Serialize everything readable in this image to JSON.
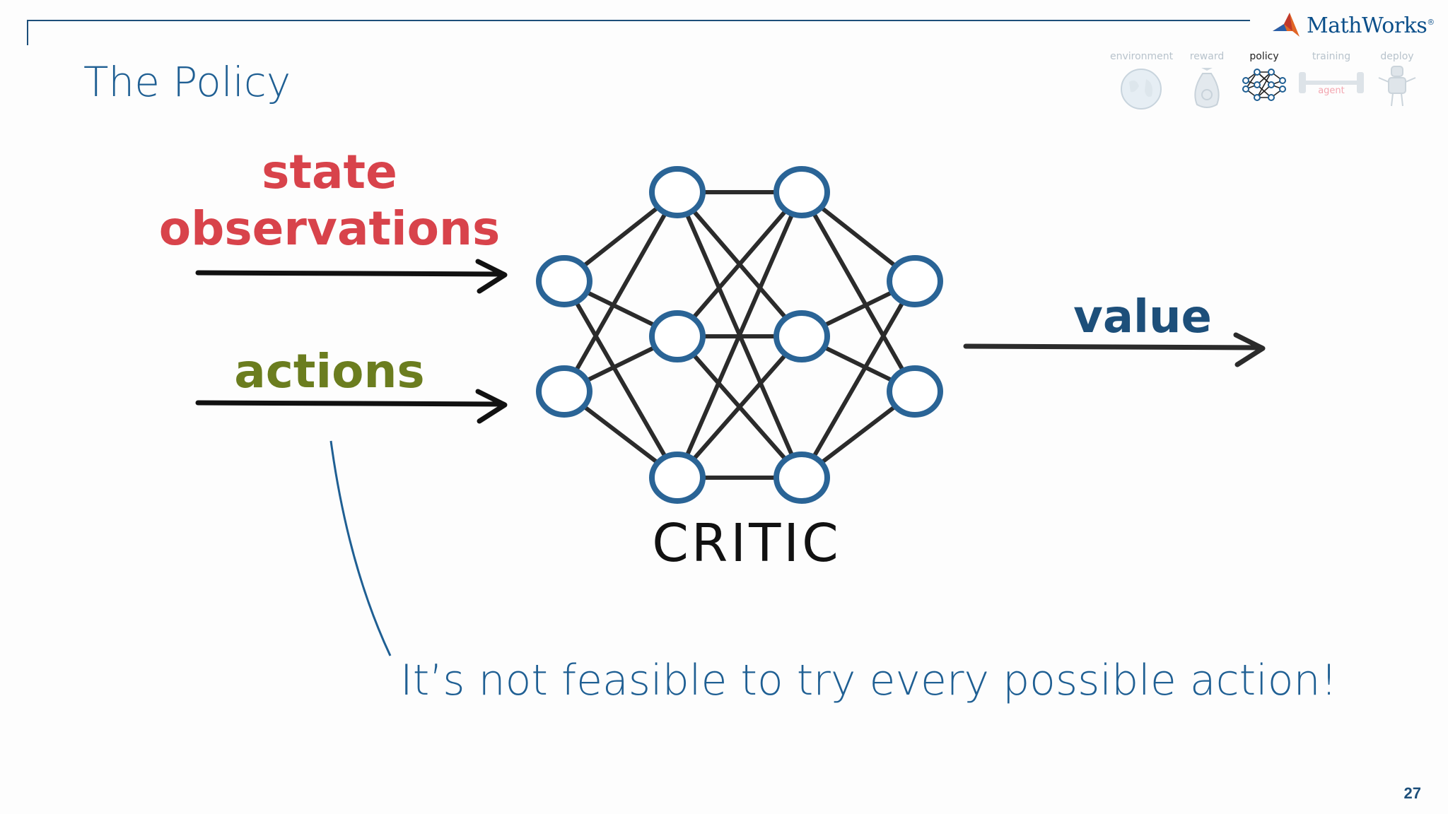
{
  "brand": {
    "name": "MathWorks",
    "reg_mark": "®",
    "accent": "#1f5f93"
  },
  "slide": {
    "title": "The Policy",
    "note": "It’s not feasible to try every possible action!",
    "page_number": "27"
  },
  "nav": {
    "items": [
      {
        "label": "environment",
        "icon": "globe-icon",
        "active": false
      },
      {
        "label": "reward",
        "icon": "money-bag-icon",
        "active": false
      },
      {
        "label": "policy",
        "icon": "neural-network-icon",
        "active": true
      },
      {
        "label": "training",
        "icon": "barbell-icon",
        "active": false
      },
      {
        "label": "deploy",
        "icon": "robot-icon",
        "active": false
      }
    ],
    "training_badge": "agent"
  },
  "diagram": {
    "inputs": [
      {
        "label_line1": "state",
        "label_line2": "observations",
        "color": "#d8434b"
      },
      {
        "label_line1": "actions",
        "color": "#6b7d1f"
      }
    ],
    "network_label": "CRITIC",
    "output_label": "value",
    "node_color": "#2a6496",
    "edge_color": "#2b2b2b"
  }
}
